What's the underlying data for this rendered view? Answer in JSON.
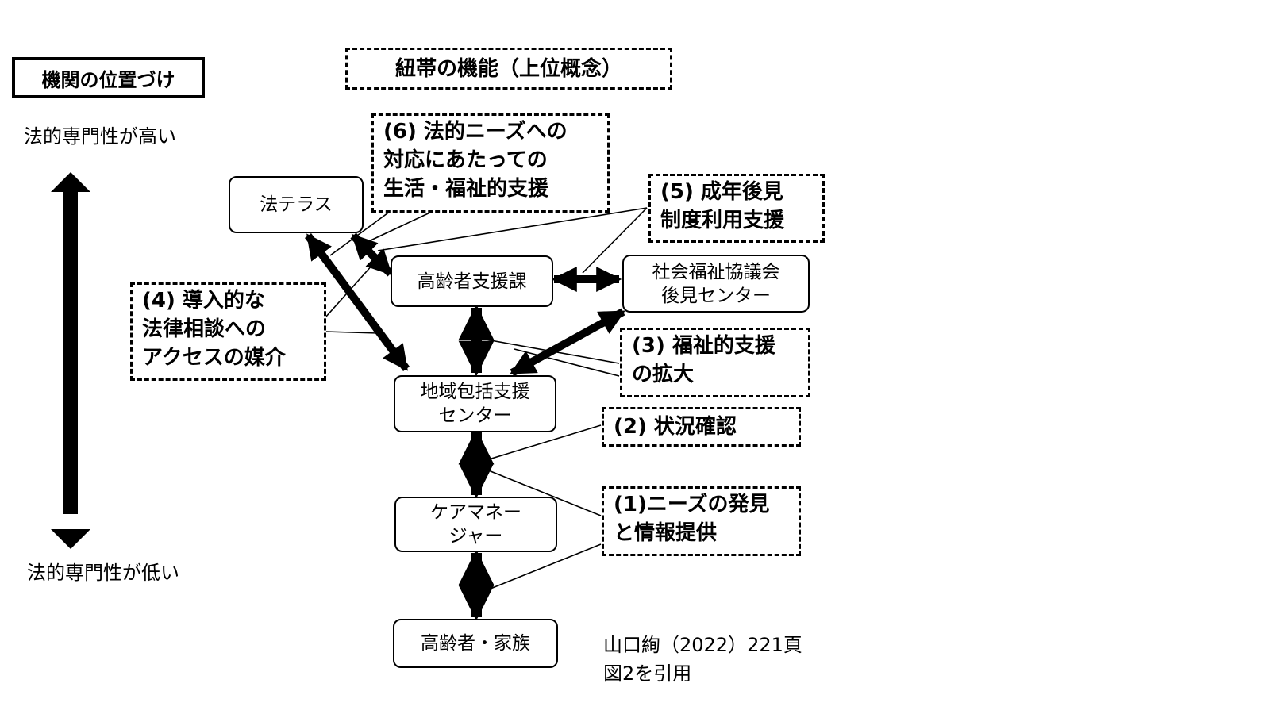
{
  "header": {
    "position_label": "機関の位置づけ",
    "function_title": "紐帯の機能（上位概念）"
  },
  "axis": {
    "high_label": "法的専門性が高い",
    "low_label": "法的専門性が低い"
  },
  "nodes": {
    "houterasu": [
      "法テラス"
    ],
    "koureisha_shienka": [
      "高齢者支援課"
    ],
    "shakyo": [
      "社会福祉協議会",
      "後見センター"
    ],
    "chiiki_houkatsu": [
      "地域包括支援",
      "センター"
    ],
    "care_manager": [
      "ケアマネー",
      "ジャー"
    ],
    "koureisha_kazoku": [
      "高齢者・家族"
    ]
  },
  "functions": {
    "f6": [
      "(6) 法的ニーズへの",
      "対応にあたっての",
      "生活・福祉的支援"
    ],
    "f5": [
      "(5) 成年後見",
      "制度利用支援"
    ],
    "f4": [
      "(4) 導入的な",
      "法律相談への",
      "アクセスの媒介"
    ],
    "f3": [
      "(3) 福祉的支援",
      "の拡大"
    ],
    "f2": [
      "(2) 状況確認"
    ],
    "f1": [
      "(1)ニーズの発見",
      "と情報提供"
    ]
  },
  "citation": [
    "山口絢（2022）221頁",
    "図2を引用"
  ],
  "edges": [
    {
      "from": "houterasu",
      "to": "koureisha_shienka",
      "type": "bidirectional"
    },
    {
      "from": "houterasu",
      "to": "chiiki_houkatsu",
      "type": "bidirectional"
    },
    {
      "from": "koureisha_shienka",
      "to": "shakyo",
      "type": "bidirectional"
    },
    {
      "from": "koureisha_shienka",
      "to": "chiiki_houkatsu",
      "type": "bidirectional"
    },
    {
      "from": "shakyo",
      "to": "chiiki_houkatsu",
      "type": "bidirectional"
    },
    {
      "from": "chiiki_houkatsu",
      "to": "care_manager",
      "type": "bidirectional"
    },
    {
      "from": "care_manager",
      "to": "koureisha_kazoku",
      "type": "bidirectional"
    }
  ]
}
